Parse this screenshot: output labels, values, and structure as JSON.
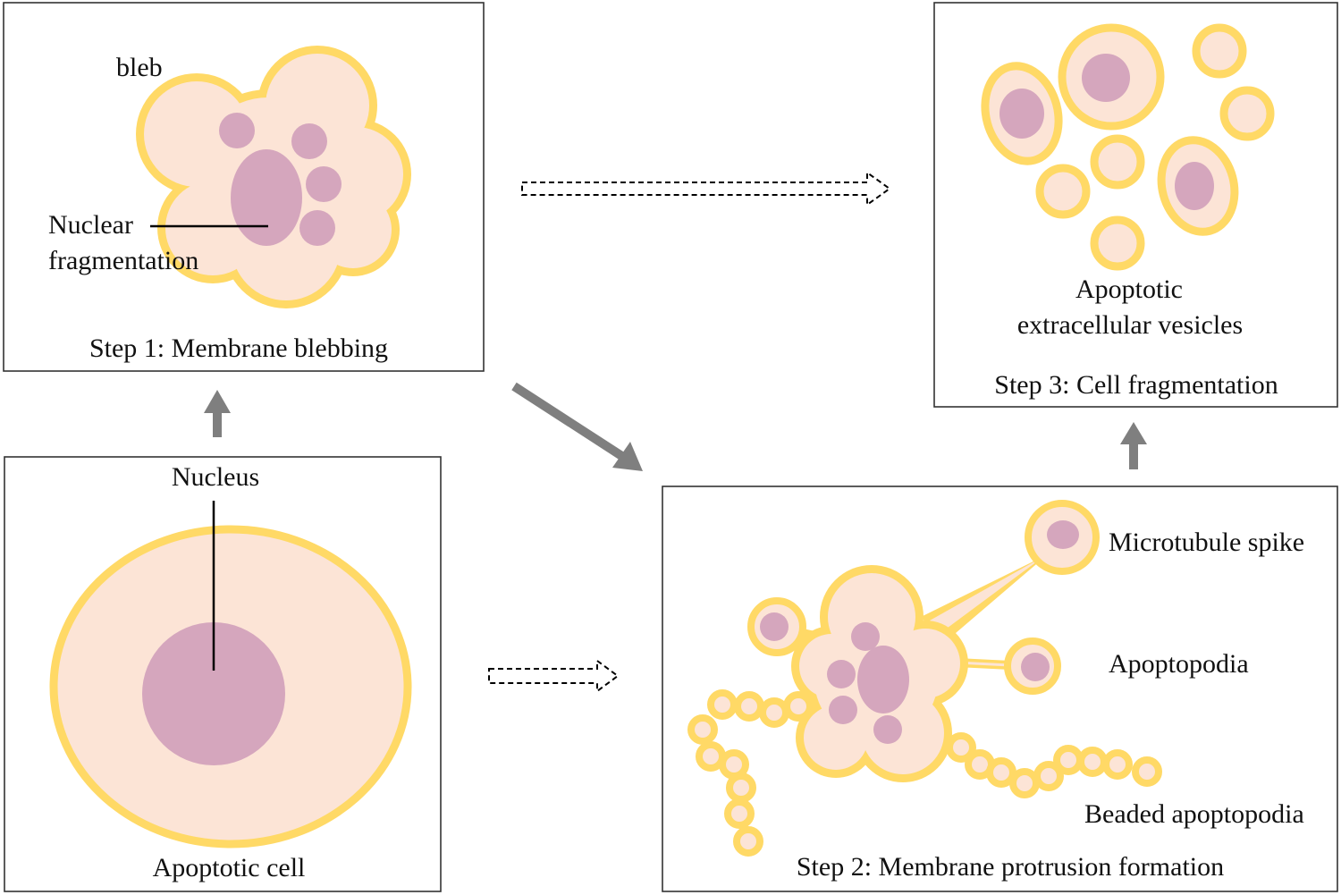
{
  "colors": {
    "membrane": "#FFD966",
    "cytoplasm": "#FCE4D6",
    "nucleus": "#D5A6BD",
    "arrow_solid": "#7F7F7F",
    "arrow_dashed": "#000000",
    "panel_border": "#333333"
  },
  "panels": {
    "apoptotic_cell": {
      "caption": "Apoptotic cell",
      "nucleus_label": "Nucleus"
    },
    "step1": {
      "caption": "Step 1: Membrane blebbing",
      "bleb_label": "bleb",
      "nuclear_label_line1": "Nuclear",
      "nuclear_label_line2": "fragmentation"
    },
    "step2": {
      "caption": "Step 2: Membrane protrusion formation",
      "microtubule_label": "Microtubule spike",
      "apoptopodia_label": "Apoptopodia",
      "beaded_label": "Beaded apoptopodia"
    },
    "step3": {
      "caption": "Step 3: Cell fragmentation",
      "vesicles_label_line1": "Apoptotic",
      "vesicles_label_line2": "extracellular vesicles"
    }
  }
}
